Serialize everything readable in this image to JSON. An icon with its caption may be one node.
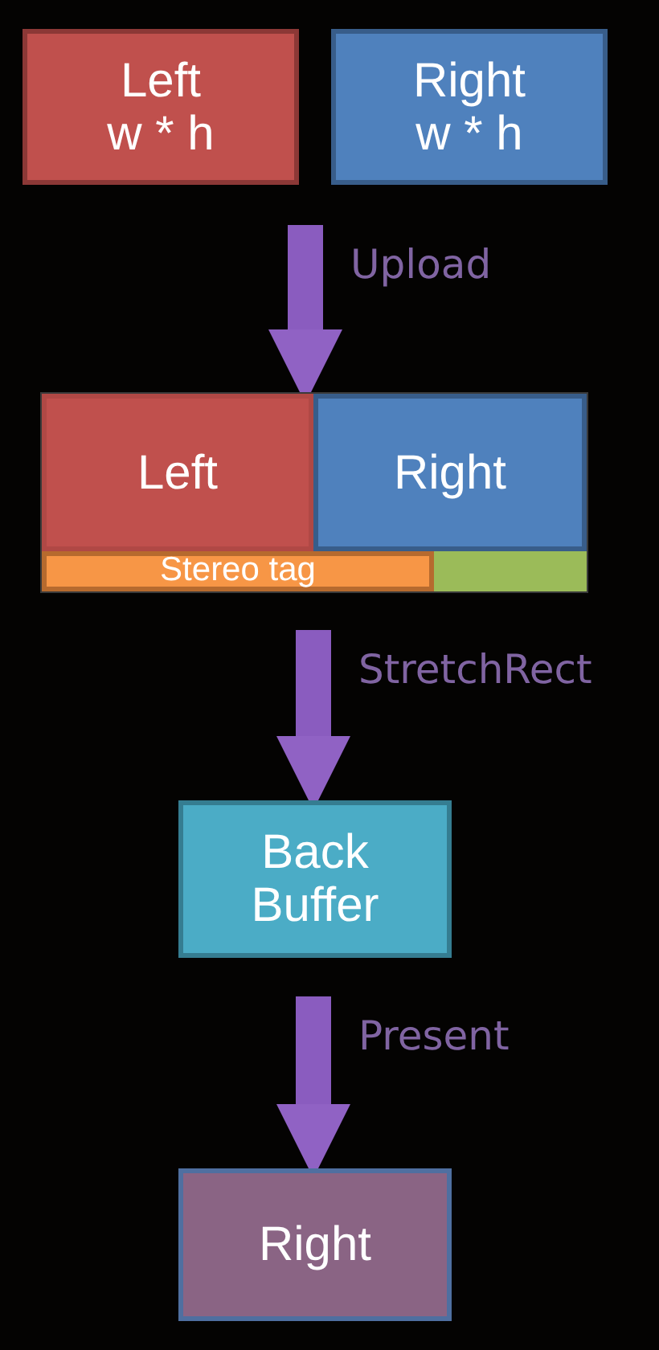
{
  "diagram": {
    "nodes": [
      {
        "text": [
          "Left",
          "w * h"
        ]
      },
      {
        "text": [
          "Right",
          "w * h"
        ]
      },
      {
        "text": [],
        "shape": "box"
      },
      {
        "text": [
          "Left"
        ],
        "in": 2
      },
      {
        "text": [
          "Right"
        ],
        "in": 2
      },
      {
        "text": [
          "Stereo tag"
        ],
        "in": 2
      },
      {
        "text": [],
        "shape": "bar",
        "in": 2
      },
      {
        "text": [
          "Back Buffer"
        ]
      },
      {
        "text": [
          "Right"
        ]
      }
    ],
    "edges": [
      {
        "from": null,
        "to": 2,
        "arrow": "to",
        "label": "Upload"
      },
      {
        "from": 2,
        "to": 7,
        "arrow": "to",
        "label": "StretchRect"
      },
      {
        "from": 7,
        "to": 8,
        "arrow": "to",
        "label": "Present"
      }
    ]
  }
}
